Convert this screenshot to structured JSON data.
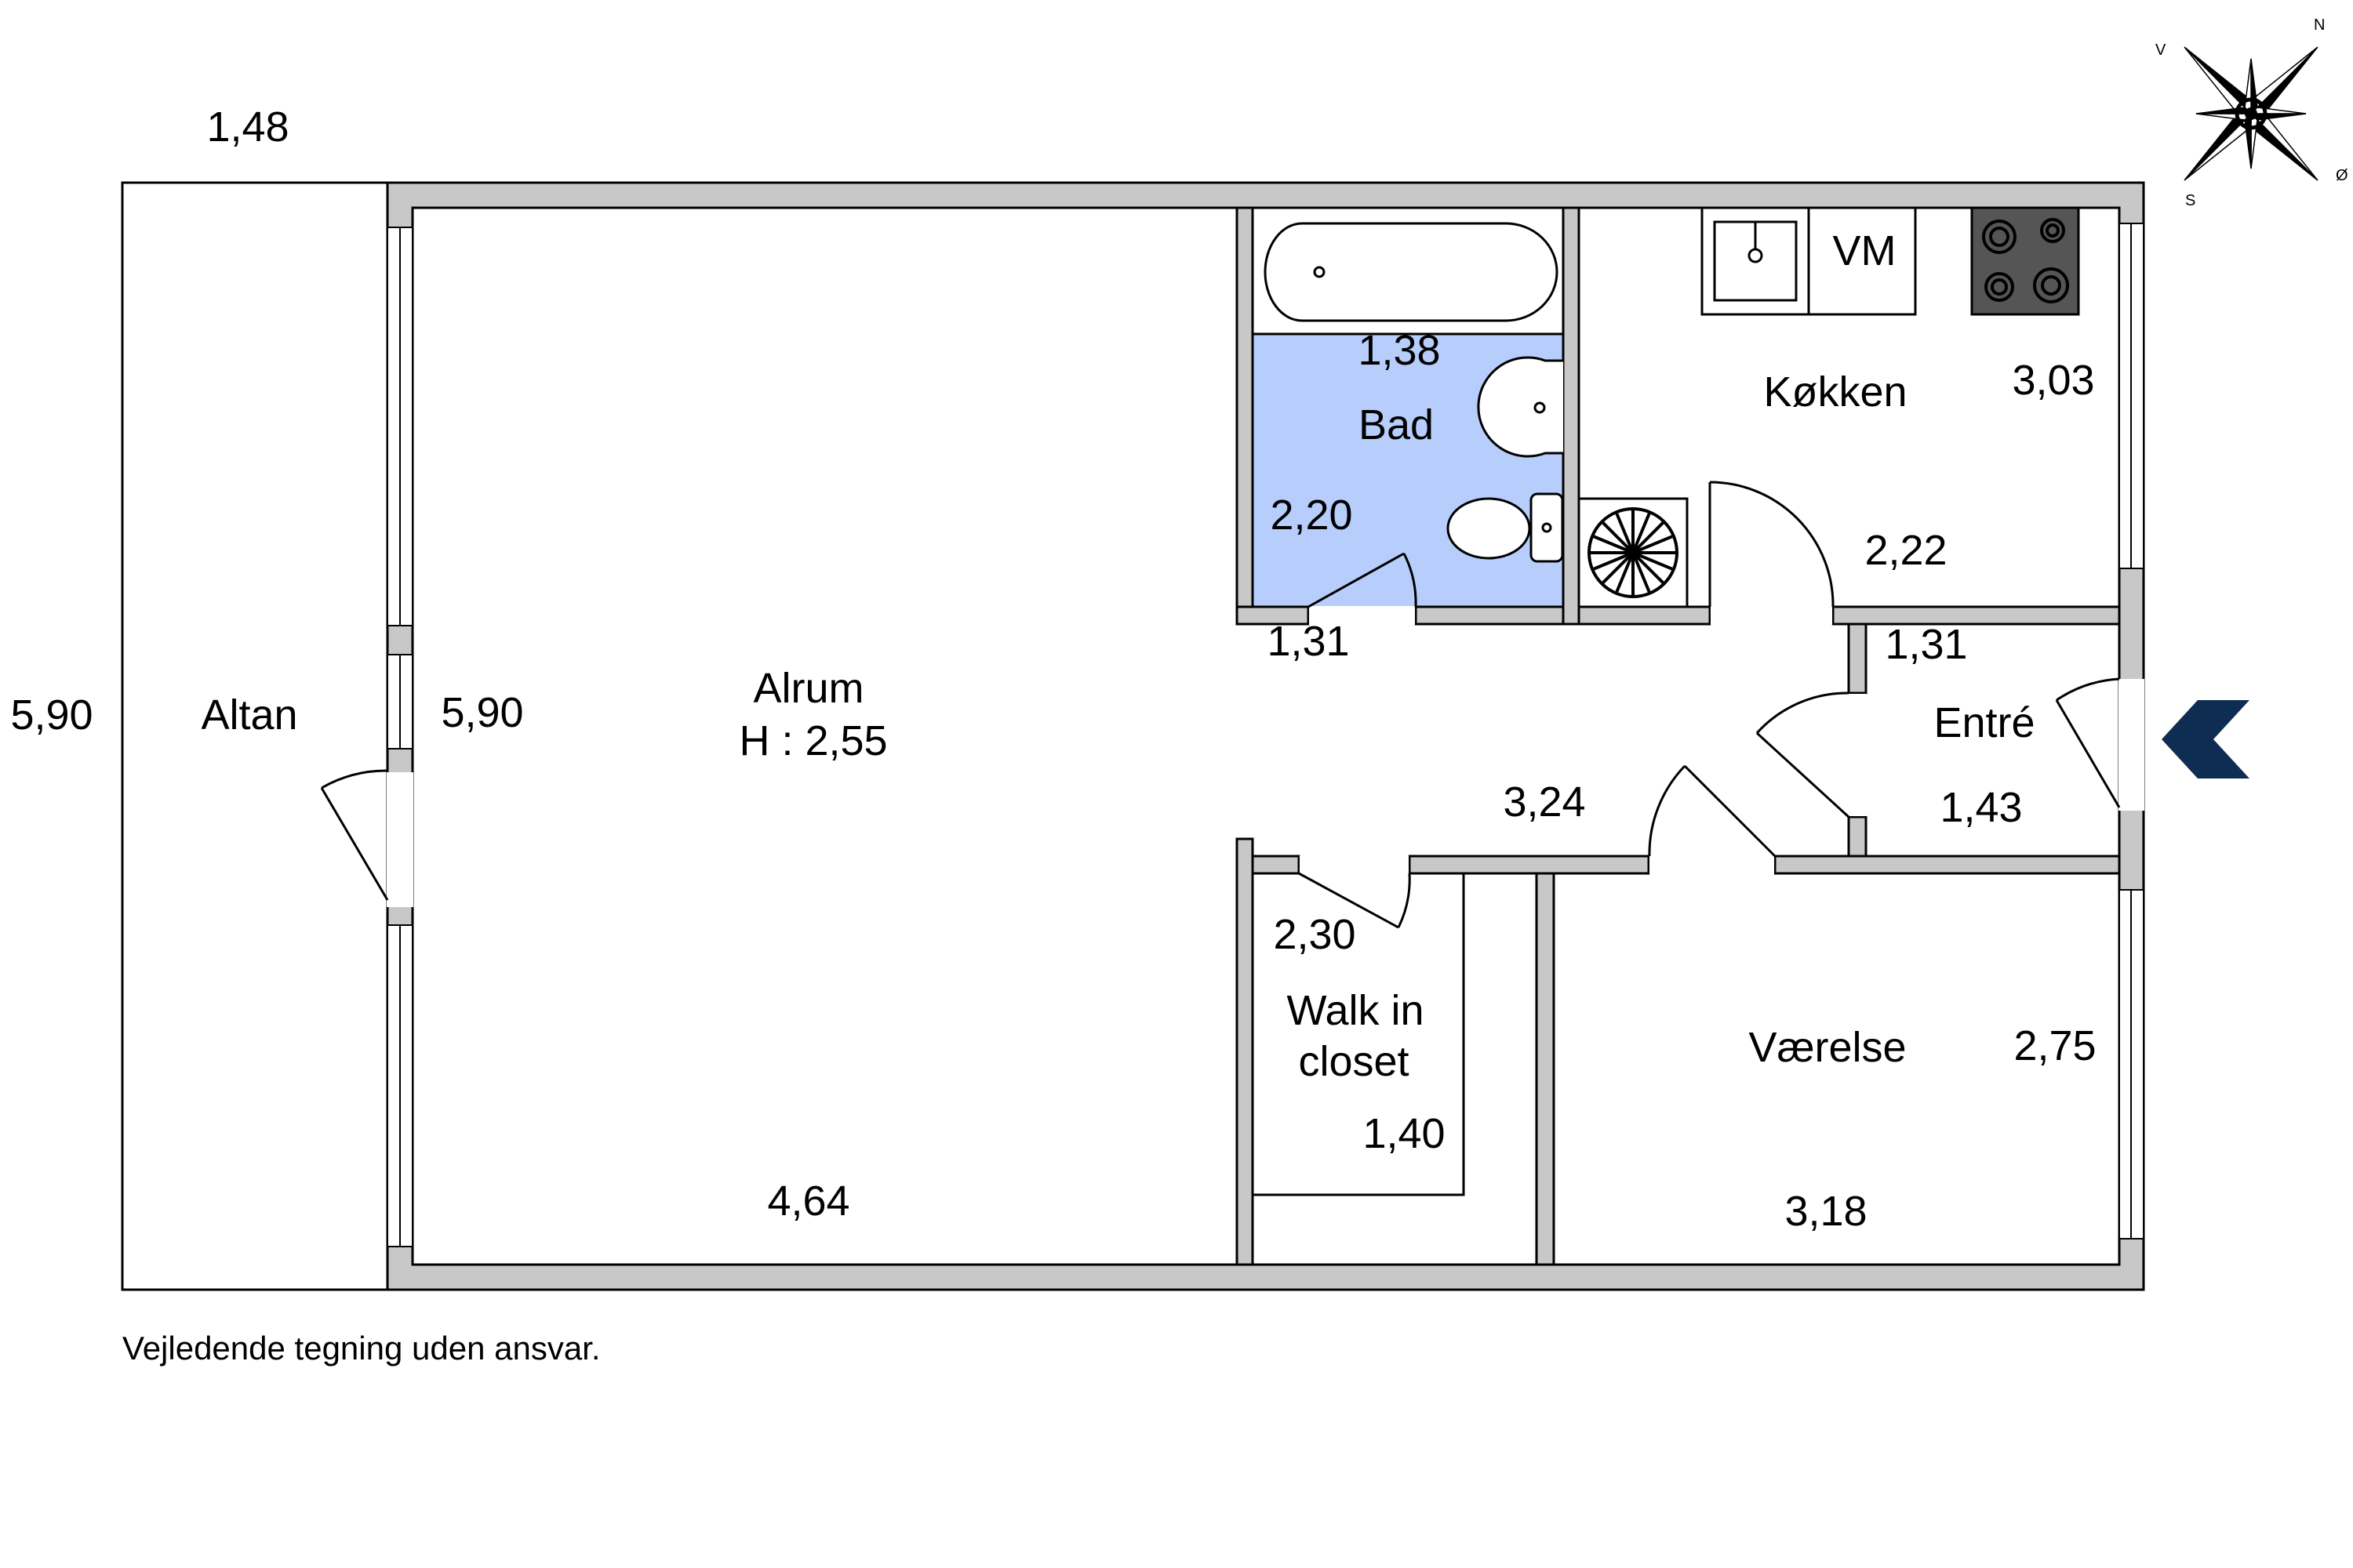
{
  "rooms": {
    "altan": "Altan",
    "alrum": "Alrum",
    "alrum_height": "H : 2,55",
    "bad": "Bad",
    "kokken": "Køkken",
    "vm": "VM",
    "entre": "Entré",
    "closet_line1": "Walk in",
    "closet_line2": "closet",
    "vaerelse": "Værelse"
  },
  "dimensions": {
    "altan_width": "1,48",
    "altan_length": "5,90",
    "alrum_depth": "5,90",
    "alrum_width": "4,64",
    "bad_width": "1,38",
    "bad_depth": "2,20",
    "bad_door": "1,31",
    "kokken_depth": "3,03",
    "kokken_width": "2,22",
    "entre_width": "1,31",
    "entre_depth": "1,43",
    "hall_width": "3,24",
    "closet_depth": "2,30",
    "closet_width": "1,40",
    "vaerelse_depth": "2,75",
    "vaerelse_width": "3,18"
  },
  "compass": {
    "n": "N",
    "s": "S",
    "v": "V",
    "o": "Ø"
  },
  "disclaimer": "Vejledende tegning uden ansvar.",
  "colors": {
    "bathroom": "#b7cdfb",
    "wall": "#c8c8c8",
    "entrance_arrow": "#0f2d52"
  }
}
